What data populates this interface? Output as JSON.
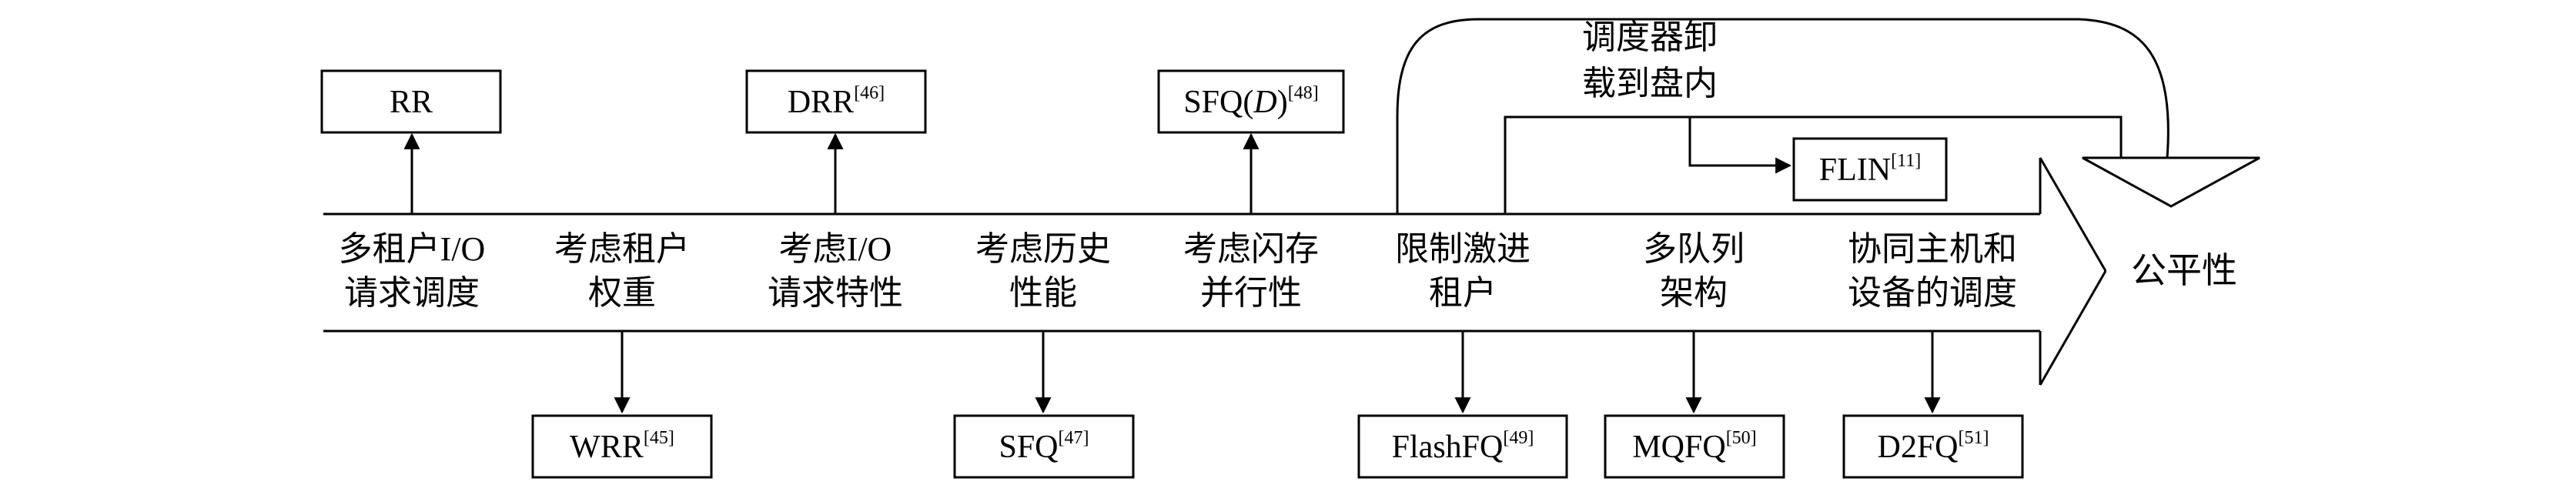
{
  "main_arrow_label": "公平性",
  "offload": {
    "line1": "调度器卸",
    "line2": "载到盘内"
  },
  "stages": [
    {
      "line1": "多租户I/O",
      "line2": "请求调度"
    },
    {
      "line1": "考虑租户",
      "line2": "权重"
    },
    {
      "line1": "考虑I/O",
      "line2": "请求特性"
    },
    {
      "line1": "考虑历史",
      "line2": "性能"
    },
    {
      "line1": "考虑闪存",
      "line2": "并行性"
    },
    {
      "line1": "限制激进",
      "line2": "租户"
    },
    {
      "line1": "多队列",
      "line2": "架构"
    },
    {
      "line1": "协同主机和",
      "line2": "设备的调度"
    }
  ],
  "methods": {
    "rr": {
      "name": "RR",
      "ref": ""
    },
    "drr": {
      "name": "DRR",
      "ref": "[46]"
    },
    "sfqd": {
      "name": "SFQ(",
      "italic": "D",
      "close": ")",
      "ref": "[48]"
    },
    "flin": {
      "name": "FLIN",
      "ref": "[11]"
    },
    "wrr": {
      "name": "WRR",
      "ref": "[45]"
    },
    "sfq": {
      "name": "SFQ",
      "ref": "[47]"
    },
    "flashfq": {
      "name": "FlashFQ",
      "ref": "[49]"
    },
    "mqfq": {
      "name": "MQFQ",
      "ref": "[50]"
    },
    "d2fq": {
      "name": "D2FQ",
      "ref": "[51]"
    }
  }
}
